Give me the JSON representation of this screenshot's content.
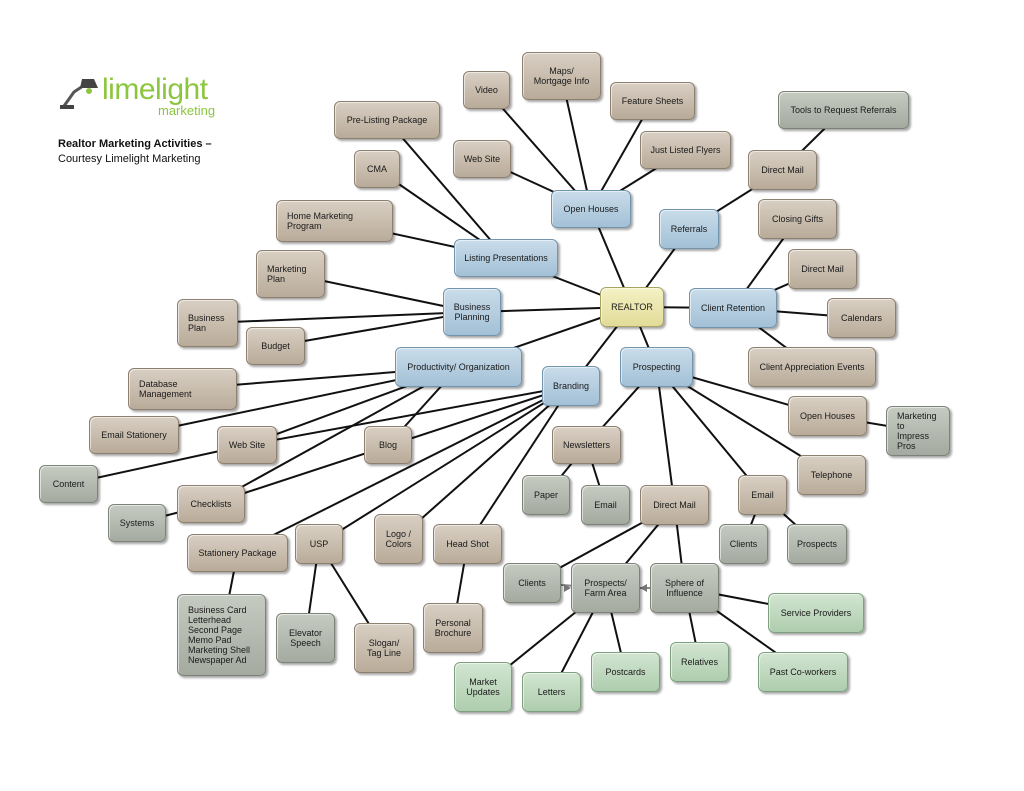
{
  "logo": {
    "word": "limelight",
    "sub": "marketing"
  },
  "caption": {
    "line1": "Realtor Marketing Activities –",
    "line2": "Courtesy Limelight Marketing"
  },
  "nodes": {
    "realtor": "REALTOR",
    "open_houses": "Open Houses",
    "listing_presentations": "Listing Presentations",
    "business_planning": "Business\nPlanning",
    "productivity": "Productivity/ Organization",
    "branding": "Branding",
    "prospecting": "Prospecting",
    "client_retention": "Client Retention",
    "referrals": "Referrals",
    "video": "Video",
    "maps": "Maps/\nMortgage Info",
    "feature_sheets": "Feature Sheets",
    "just_listed": "Just Listed Flyers",
    "web_site_oh": "Web Site",
    "pre_listing": "Pre-Listing Package",
    "cma": "CMA",
    "home_marketing": "Home Marketing\nProgram",
    "marketing_plan": "Marketing\nPlan",
    "business_plan": "Business\nPlan",
    "budget": "Budget",
    "database": "Database\nManagement",
    "email_stationery": "Email Stationery",
    "web_site_prod": "Web Site",
    "content": "Content",
    "checklists": "Checklists",
    "systems": "Systems",
    "blog": "Blog",
    "stationery_package": "Stationery Package",
    "stationery_items": "Business Card\nLetterhead\nSecond Page\nMemo Pad\nMarketing Shell\nNewspaper Ad",
    "usp": "USP",
    "elevator_speech": "Elevator\nSpeech",
    "slogan": "Slogan/\nTag Line",
    "logo_colors": "Logo /\nColors",
    "head_shot": "Head Shot",
    "personal_brochure": "Personal\nBrochure",
    "newsletters": "Newsletters",
    "paper": "Paper",
    "email_news": "Email",
    "direct_mail_prosp": "Direct Mail",
    "email_prosp": "Email",
    "clients_email": "Clients",
    "prospects_email": "Prospects",
    "open_houses_prosp": "Open Houses",
    "marketing_to_impress": "Marketing to\nImpress Pros",
    "telephone": "Telephone",
    "clients_dm": "Clients",
    "prospects_farm": "Prospects/\nFarm Area",
    "sphere": "Sphere of\nInfluence",
    "service_providers": "Service Providers",
    "market_updates": "Market\nUpdates",
    "letters": "Letters",
    "postcards": "Postcards",
    "relatives": "Relatives",
    "past_coworkers": "Past Co-workers",
    "tools_referrals": "Tools to Request Referrals",
    "direct_mail_ref": "Direct Mail",
    "closing_gifts": "Closing Gifts",
    "direct_mail_cr": "Direct Mail",
    "calendars": "Calendars",
    "client_appreciation": "Client Appreciation Events"
  }
}
